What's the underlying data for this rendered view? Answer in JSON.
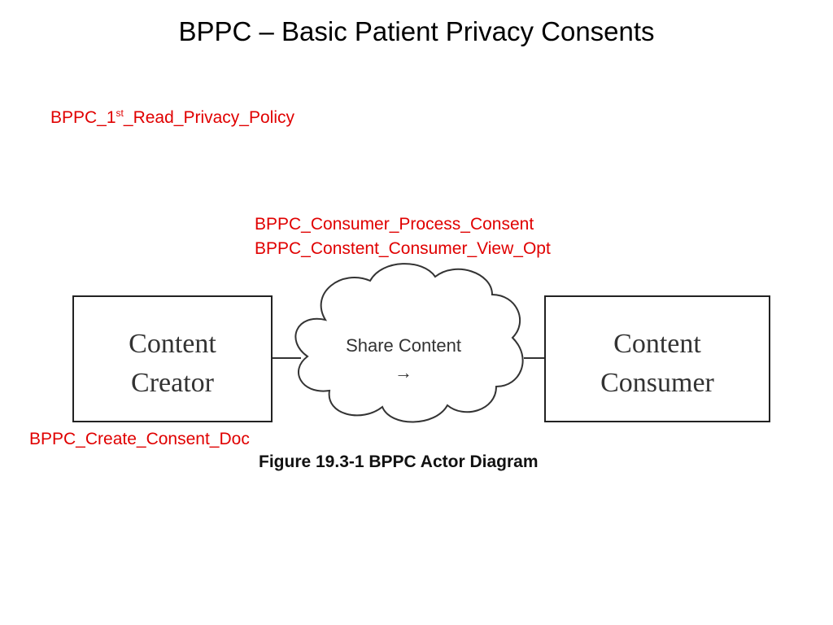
{
  "slide": {
    "title": "BPPC – Basic Patient Privacy Consents"
  },
  "labels": {
    "read_policy_prefix": "BPPC_1",
    "read_policy_sup": "st",
    "read_policy_suffix": "_Read_Privacy_Policy",
    "consumer_process": "BPPC_Consumer_Process_Consent",
    "consumer_view": "BPPC_Constent_Consumer_View_Opt",
    "create_consent": "BPPC_Create_Consent_Doc"
  },
  "diagram": {
    "creator_line1": "Content",
    "creator_line2": "Creator",
    "cloud_label": "Share Content",
    "cloud_arrow": "→",
    "consumer_line1": "Content",
    "consumer_line2": "Consumer",
    "caption": "Figure 19.3-1 BPPC Actor Diagram"
  },
  "colors": {
    "annotation": "#e00000",
    "text": "#000000"
  }
}
